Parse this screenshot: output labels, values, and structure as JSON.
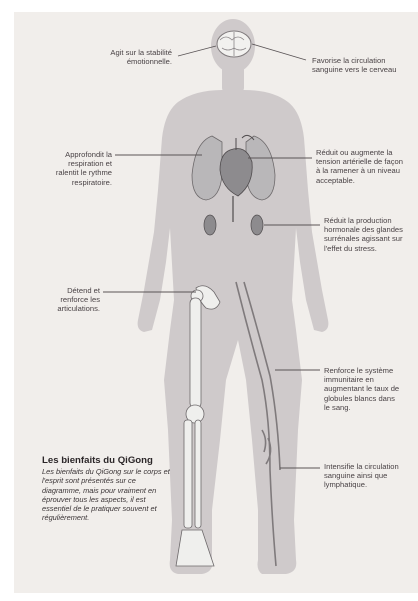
{
  "labels": {
    "stabilite": "Agit sur la stabilité\némotionnelle.",
    "circulation_cerveau": "Favorise la circulation\nsanguine vers le cerveau",
    "respiration": "Approfondit la\nrespiration et\nralentit le rythme\nrespiratoire.",
    "tension": "Réduit ou augmente la\ntension artérielle de façon\nà la ramener à un niveau\nacceptable.",
    "hormones": "Réduit la production\nhormonale des glandes\nsurrénales agissant sur\nl'effet du stress.",
    "articulations": "Détend et\nrenforce les\narticulations.",
    "immunitaire": "Renforce le système\nimmunitaire en\naugmentant le taux de\nglobules blancs dans\nle sang.",
    "lymphatique": "Intensifie la circulation\nsanguine ainsi que\nlymphatique."
  },
  "caption": {
    "title": "Les bienfaits du QiGong",
    "body": "Les bienfaits du QiGong sur le corps et l'esprit sont présentés sur ce diagramme, mais pour vraiment en éprouver tous les aspects, il est essentiel de le pratiquer souvent et régulièrement."
  },
  "colors": {
    "body": "#cfcacb",
    "bone": "#efefed",
    "organ": "#8d8b8e",
    "leader": "#5a5456"
  }
}
